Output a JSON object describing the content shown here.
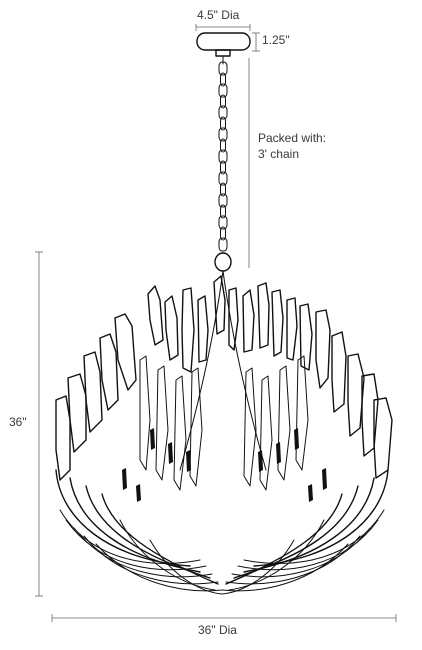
{
  "dimensions": {
    "canopy_diameter": "4.5\" Dia",
    "canopy_height": "1.25\"",
    "chain_note_line1": "Packed with:",
    "chain_note_line2": "3' chain",
    "overall_height": "36\"",
    "overall_diameter": "36\" Dia"
  },
  "colors": {
    "line": "#111111",
    "dimension": "#666666"
  }
}
